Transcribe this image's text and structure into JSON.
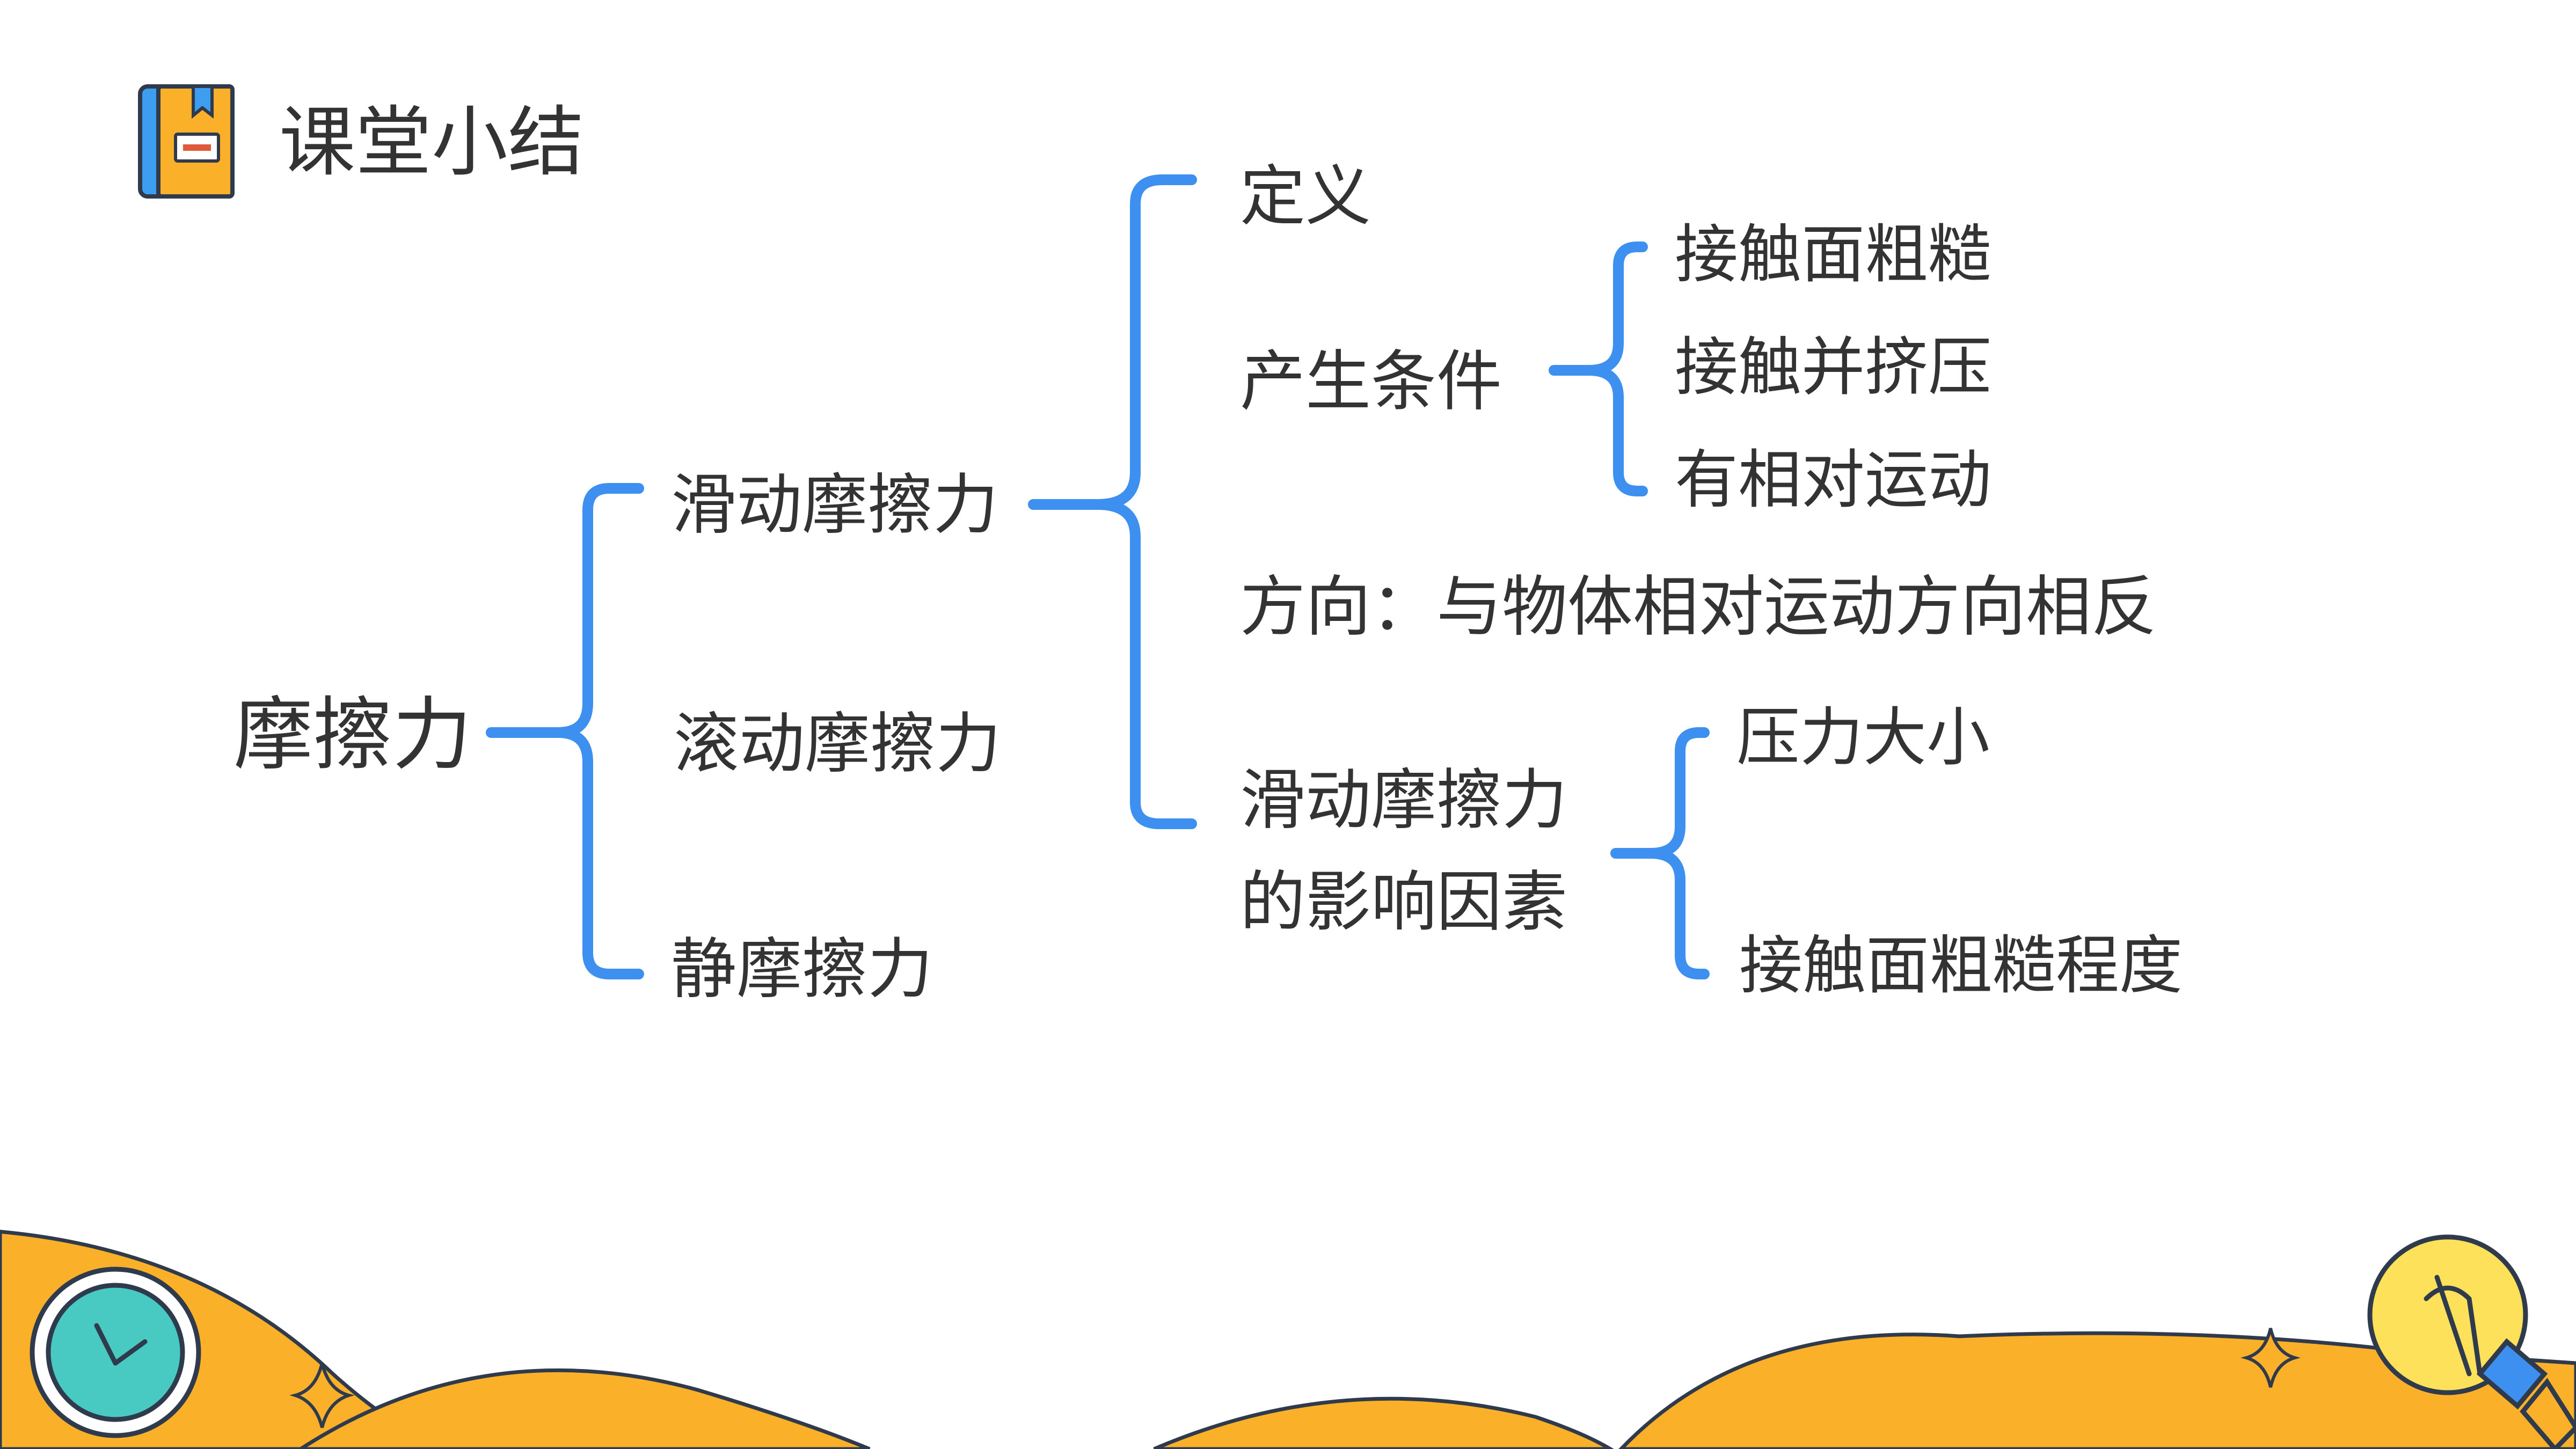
{
  "header": {
    "title": "课堂小结",
    "icon": "book-icon"
  },
  "colors": {
    "bracket": "#3d8ff0",
    "accent_orange": "#fbb02a",
    "dark_outline": "#2f3b4c",
    "teal": "#48c9c1"
  },
  "diagram": {
    "root": "摩擦力",
    "branches": [
      {
        "label": "滑动摩擦力",
        "children": [
          {
            "label": "定义"
          },
          {
            "label": "产生条件",
            "children": [
              "接触面粗糙",
              "接触并挤压",
              "有相对运动"
            ]
          },
          {
            "label": "方向：与物体相对运动方向相反"
          },
          {
            "label_lines": [
              "滑动摩擦力",
              "的影响因素"
            ],
            "children": [
              "压力大小",
              "接触面粗糙程度"
            ]
          }
        ]
      },
      {
        "label": "滚动摩擦力"
      },
      {
        "label": "静摩擦力"
      }
    ]
  }
}
